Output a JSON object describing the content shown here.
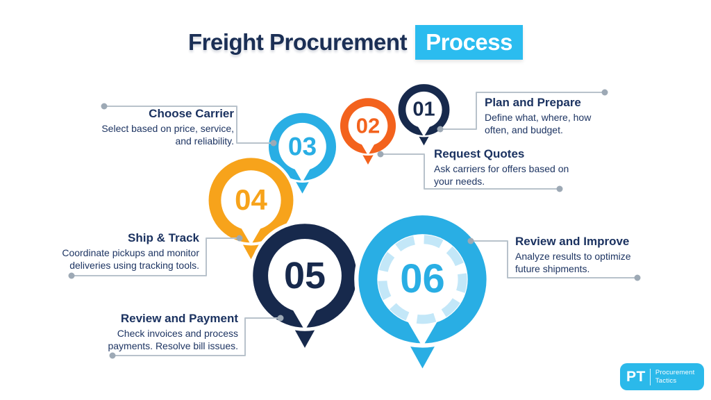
{
  "title": {
    "plain": "Freight Procurement",
    "highlight": "Process"
  },
  "steps": [
    {
      "num": "01",
      "heading": "Plan and Prepare",
      "body": "Define what, where, how often, and budget.",
      "color": "#17294C"
    },
    {
      "num": "02",
      "heading": "Request Quotes",
      "body": "Ask carriers for offers based on your needs.",
      "color": "#F3621D"
    },
    {
      "num": "03",
      "heading": "Choose Carrier",
      "body": "Select based on price, service, and reliability.",
      "color": "#29AEE4"
    },
    {
      "num": "04",
      "heading": "Ship & Track",
      "body": "Coordinate pickups and monitor deliveries using tracking tools.",
      "color": "#F7A31B"
    },
    {
      "num": "05",
      "heading": "Review and Payment",
      "body": "Check invoices and process payments. Resolve bill issues.",
      "color": "#17294C"
    },
    {
      "num": "06",
      "heading": "Review and Improve",
      "body": "Analyze results to optimize future shipments.",
      "color": "#29AEE4"
    }
  ],
  "logo": {
    "abbr": "PT",
    "line1": "Procurement",
    "line2": "Tactics"
  },
  "colors": {
    "navy": "#17294C",
    "orange": "#F3621D",
    "cyan": "#29AEE4",
    "amber": "#F7A31B",
    "highlight_bg": "#2BBCEF",
    "dash_ring": "#C3E7F8",
    "line": "#B8C2CB",
    "dot": "#9DA9B5",
    "text": "#1D3462"
  }
}
